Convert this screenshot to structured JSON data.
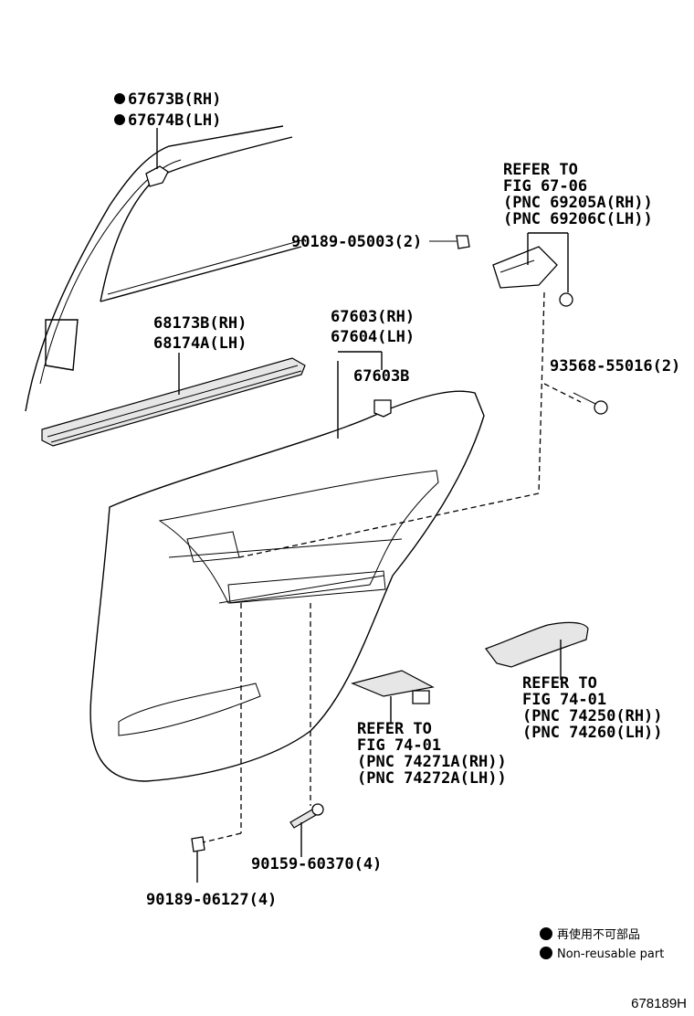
{
  "labels": {
    "clip_rh": "67673B(RH)",
    "clip_lh": "67674B(LH)",
    "refer_6706_l1": "REFER TO",
    "refer_6706_l2": "FIG 67-06",
    "refer_6706_l3": "(PNC 69205A(RH))",
    "refer_6706_l4": "(PNC 69206C(LH))",
    "screw_05003": "90189-05003(2)",
    "weatherstrip_rh": "68173B(RH)",
    "weatherstrip_lh": "68174A(LH)",
    "panel_rh": "67603(RH)",
    "panel_lh": "67604(LH)",
    "panel_b": "67603B",
    "screw_93568": "93568-55016(2)",
    "refer_7401a_l1": "REFER TO",
    "refer_7401a_l2": "FIG 74-01",
    "refer_7401a_l3": "(PNC 74250(RH))",
    "refer_7401a_l4": "(PNC 74260(LH))",
    "refer_7401b_l1": "REFER TO",
    "refer_7401b_l2": "FIG 74-01",
    "refer_7401b_l3": "(PNC 74271A(RH))",
    "refer_7401b_l4": "(PNC 74272A(LH))",
    "screw_60370": "90159-60370(4)",
    "clip_06127": "90189-06127(4)"
  },
  "legend": {
    "items": [
      {
        "text": "再使用不可部品"
      },
      {
        "text": "Non-reusable part"
      }
    ]
  },
  "figure_id": "678189H"
}
